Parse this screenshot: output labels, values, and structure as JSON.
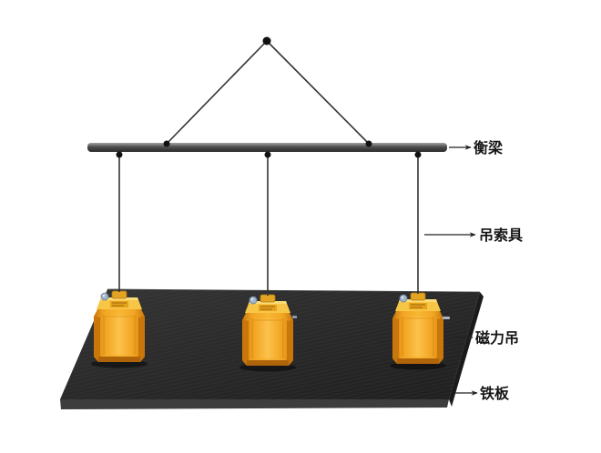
{
  "diagram": {
    "labels": {
      "beam": "衡梁",
      "sling": "吊索具",
      "magnetic_lifter": "磁力吊",
      "steel_plate": "铁板"
    }
  },
  "colors": {
    "beam": "#4e4e4e",
    "rope": "#333333",
    "lifter": "#f2a524",
    "lifter_dark": "#c9760b",
    "lifter_light": "#f8c646",
    "plate": "#2a2a2a",
    "label_text": "#151515"
  }
}
